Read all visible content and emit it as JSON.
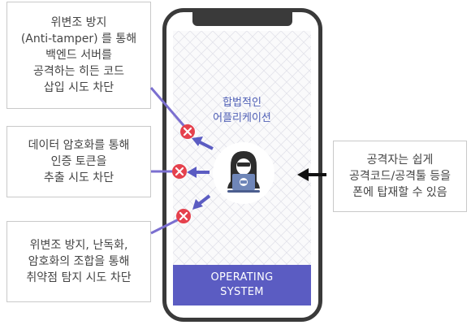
{
  "callouts": [
    {
      "text": "위변조 방지\n(Anti-tamper) 를 통해\n백엔드 서버를\n공격하는 히든 코드\n삽입 시도 차단"
    },
    {
      "text": "데이터 암호화를 통해\n인증 토큰을\n추출 시도 차단"
    },
    {
      "text": "위변조 방지, 난독화,\n암호화의 조합을 통해\n취약점 탐지 시도 차단"
    }
  ],
  "attacker_note": {
    "text": "공격자는 쉽게\n공격코드/공격툴 등을\n폰에 탑재할 수 있음"
  },
  "phone": {
    "app_label": "합법적인\n어플리케이션",
    "os_label": "OPERATING\nSYSTEM"
  },
  "colors": {
    "accent_purple": "#5b5cc2",
    "line_purple": "#7b6fd0",
    "block_red": "#e5414d",
    "arrow_dark": "#111111",
    "frame": "#3a3a3a"
  },
  "icons": [
    "hacker-icon",
    "block-x-icon",
    "arrow-icon"
  ]
}
